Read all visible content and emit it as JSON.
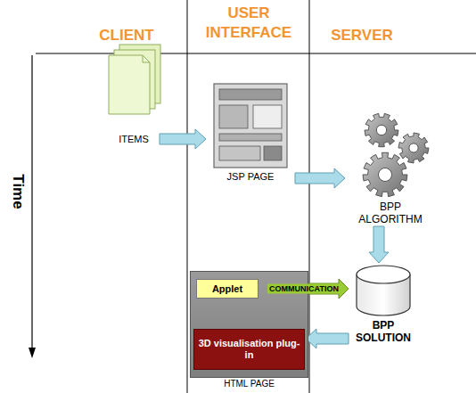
{
  "diagram": {
    "nodes": [
      {
        "text": [
          "ITEMS"
        ]
      },
      {
        "text": [
          "JSP PAGE"
        ]
      },
      {
        "text": [
          "BPP ALGORITHM"
        ]
      },
      {
        "text": [
          "HTML PAGE"
        ]
      },
      {
        "text": [
          "Applet"
        ],
        "in": 3
      },
      {
        "text": [
          "3D visualisation plug-in"
        ],
        "in": 3
      },
      {
        "text": [
          "BPP SOLUTION"
        ]
      }
    ],
    "edges": [
      {
        "from": 0,
        "to": 1,
        "arrow": "to"
      },
      {
        "from": 1,
        "to": 2,
        "arrow": "to"
      },
      {
        "from": 2,
        "to": 6,
        "arrow": "to"
      },
      {
        "from": 4,
        "to": 6,
        "label": "COMMUNICATION",
        "arrow": "both"
      },
      {
        "from": 4,
        "to": 5,
        "arrow": "both"
      },
      {
        "from": 6,
        "to": 5,
        "arrow": "to"
      }
    ],
    "labels": [
      "CLIENT",
      "USER INTERFACE",
      "SERVER",
      "Time"
    ]
  }
}
